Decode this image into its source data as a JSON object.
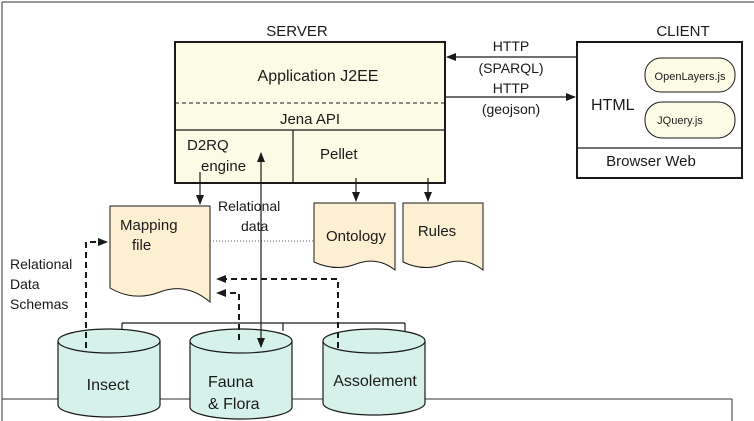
{
  "server": {
    "title": "SERVER",
    "application": "Application J2EE",
    "jena": "Jena API",
    "d2rq_line1": "D2RQ",
    "d2rq_line2": "engine",
    "pellet": "Pellet"
  },
  "client": {
    "title": "CLIENT",
    "html": "HTML",
    "lib1": "OpenLayers.js",
    "lib2": "JQuery.js",
    "browser": "Browser Web"
  },
  "protocols": {
    "request_line1": "HTTP",
    "request_line2": "(SPARQL)",
    "response_line1": "HTTP",
    "response_line2": "(geojson)"
  },
  "documents": {
    "mapping_line1": "Mapping",
    "mapping_line2": "file",
    "ontology": "Ontology",
    "rules": "Rules"
  },
  "edge_labels": {
    "relational_data_line1": "Relational",
    "relational_data_line2": "data",
    "schemas_line1": "Relational",
    "schemas_line2": "Data",
    "schemas_line3": "Schemas"
  },
  "databases": {
    "insect": "Insect",
    "fauna_line1": "Fauna",
    "fauna_line2": "& Flora",
    "assolement": "Assolement"
  },
  "colors": {
    "server_fill": "#fcfbe6",
    "document_fill": "#fcefd2",
    "database_fill": "#d6f0ea",
    "stroke": "#1a1a1a"
  }
}
